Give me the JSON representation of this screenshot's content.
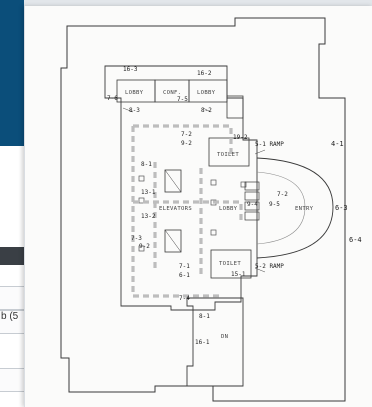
{
  "left_fragment": "b (5",
  "plan": {
    "rooms": {
      "lobby_left": "LOBBY",
      "conf": "CONF.",
      "lobby_right": "LOBBY",
      "toilet_top": "TOILET",
      "toilet_bottom": "TOILET",
      "elevators": "ELEVATORS",
      "lobby_center": "LOBBY",
      "entry": "ENTRY",
      "dn": "DN"
    },
    "labels": {
      "l16_3": "16-3",
      "l16_2": "16-2",
      "l7_6": "7-6",
      "l8_3": "8-3",
      "l7_5": "7-5",
      "l8_2a": "8-2",
      "l7_2a": "7-2",
      "l9_2a": "9-2",
      "l19_2": "19-2",
      "l5_1": "5-1 RAMP",
      "l4_1": "4-1",
      "l8_1a": "8-1",
      "l13_1": "13-1",
      "l13_2": "13-2",
      "l7_3": "7-3",
      "l9_2b": "9-2",
      "l9_4": "9-4",
      "l7_2b": "7-2",
      "l9_5": "9-5",
      "l6_3": "6-3",
      "l6_4": "6-4",
      "l7_1": "7-1",
      "l6_1": "6-1",
      "l15_1": "15-1",
      "l5_2": "5-2 RAMP",
      "l7_4": "7-4",
      "l8_1b": "8-1",
      "l16_1": "16-1"
    }
  }
}
